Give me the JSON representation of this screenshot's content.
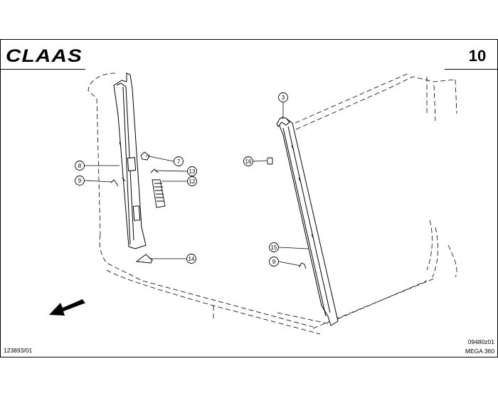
{
  "header": {
    "logo_text": "CLAAS",
    "page_number": "10"
  },
  "callouts": [
    {
      "id": "c8",
      "label": "8"
    },
    {
      "id": "c9a",
      "label": "9"
    },
    {
      "id": "c7",
      "label": "7"
    },
    {
      "id": "c13",
      "label": "13"
    },
    {
      "id": "c12",
      "label": "12"
    },
    {
      "id": "c14",
      "label": "14"
    },
    {
      "id": "c3",
      "label": "3"
    },
    {
      "id": "c16",
      "label": "16"
    },
    {
      "id": "c15",
      "label": "15"
    },
    {
      "id": "c9b",
      "label": "9"
    }
  ],
  "footer": {
    "drawing_id": "123893/01",
    "ref_code": "09480z01",
    "model": "MEGA 360"
  },
  "icons": [
    "direction-arrow-icon"
  ]
}
